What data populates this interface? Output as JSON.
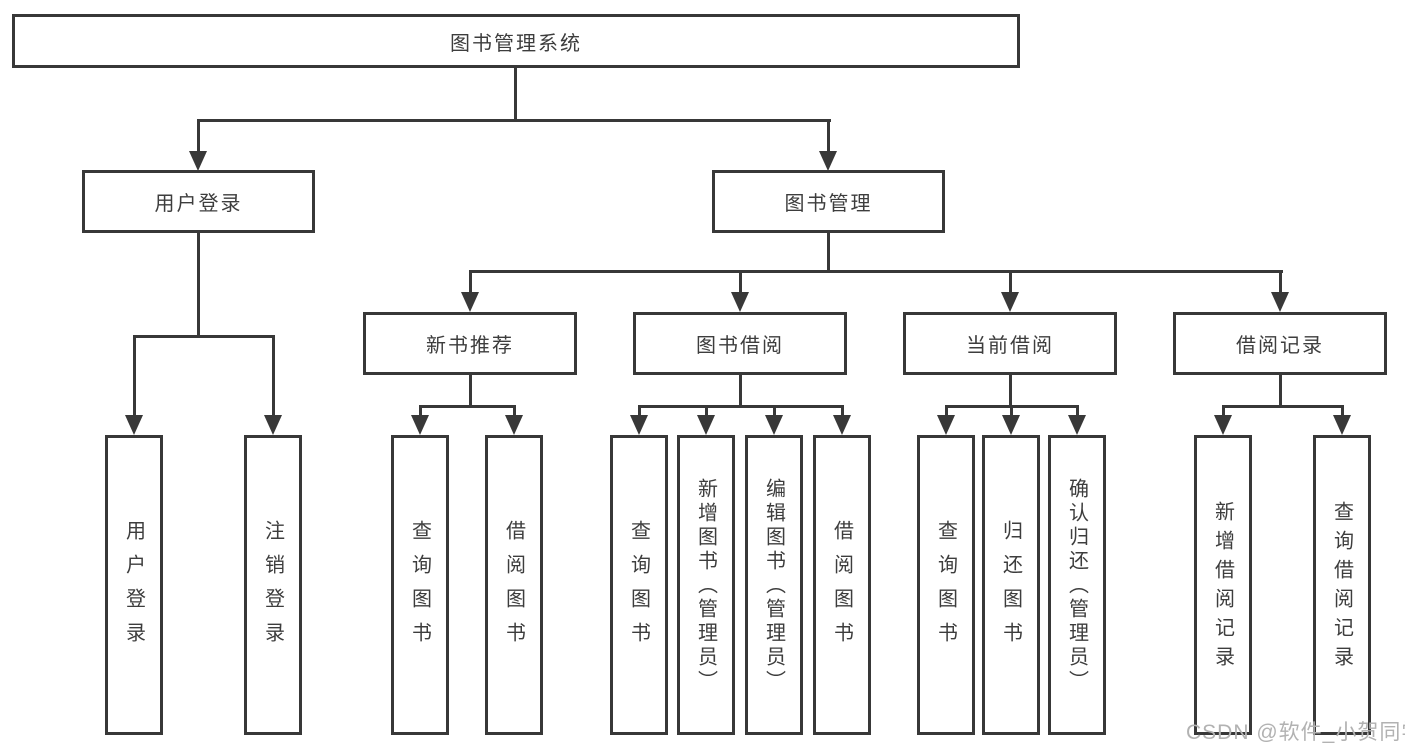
{
  "diagram": {
    "root": {
      "label": "图书管理系统"
    },
    "branches": [
      {
        "label": "用户登录",
        "children": [
          {
            "label": "用户登录"
          },
          {
            "label": "注销登录"
          }
        ]
      },
      {
        "label": "图书管理",
        "children": [
          {
            "label": "新书推荐",
            "children": [
              {
                "label": "查询图书"
              },
              {
                "label": "借阅图书"
              }
            ]
          },
          {
            "label": "图书借阅",
            "children": [
              {
                "label": "查询图书"
              },
              {
                "label": "新增图书（管理员）"
              },
              {
                "label": "编辑图书（管理员）"
              },
              {
                "label": "借阅图书"
              }
            ]
          },
          {
            "label": "当前借阅",
            "children": [
              {
                "label": "查询图书"
              },
              {
                "label": "归还图书"
              },
              {
                "label": "确认归还（管理员）"
              }
            ]
          },
          {
            "label": "借阅记录",
            "children": [
              {
                "label": "新增借阅记录"
              },
              {
                "label": "查询借阅记录"
              }
            ]
          }
        ]
      }
    ],
    "watermark": "CSDN @软件_小贺同学",
    "colors": {
      "line": "#383838",
      "text": "#3d3d3d",
      "background": "#ffffff",
      "watermark": "#b2b2b2"
    }
  }
}
